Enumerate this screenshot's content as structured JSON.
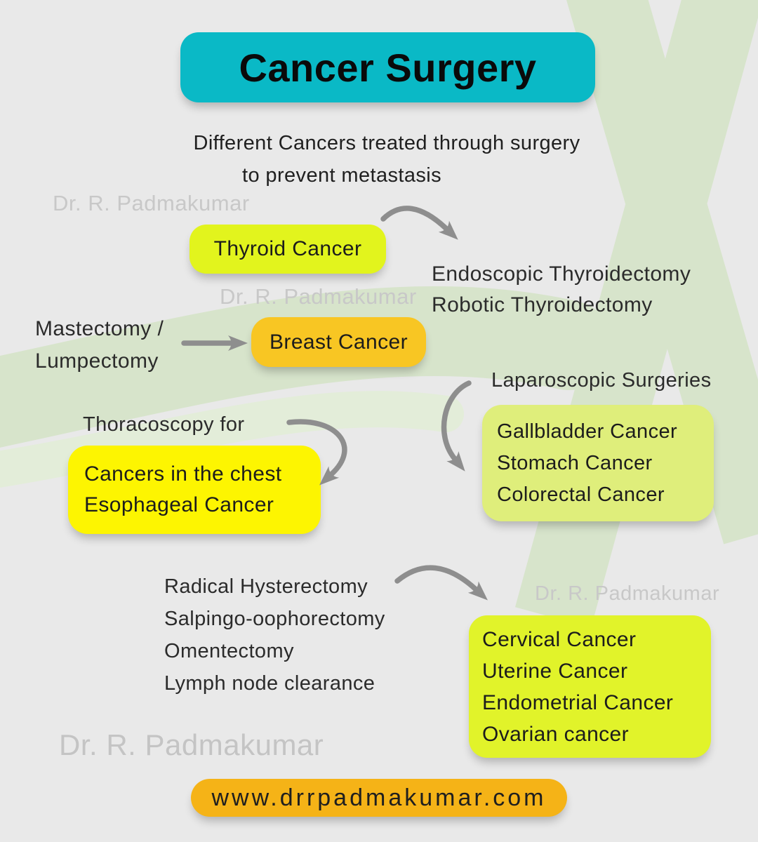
{
  "title": "Cancer Surgery",
  "subtitle": {
    "line1": "Different Cancers treated through surgery",
    "line2": "to prevent metastasis"
  },
  "watermark": "Dr. R. Padmakumar",
  "website": "www.drrpadmakumar.com",
  "colors": {
    "background": "#e9e9e9",
    "ribbon_green": "#d7e4cb",
    "title_bg": "#0ab9c6",
    "thyroid_bg": "#e2f41d",
    "breast_bg": "#f8c623",
    "gallbladder_bg": "#dfee7b",
    "chest_bg": "#fdf501",
    "gynecologic_bg": "#e1f32a",
    "website_bg": "#f5b317",
    "arrow": "#8e8e8e",
    "watermark_text": "#c8c8c8"
  },
  "sections": {
    "thyroid": {
      "cancer": "Thyroid Cancer",
      "procedures": [
        "Endoscopic Thyroidectomy",
        "Robotic Thyroidectomy"
      ]
    },
    "breast": {
      "cancer": "Breast Cancer",
      "procedures": [
        "Mastectomy /",
        "Lumpectomy"
      ]
    },
    "laparoscopic": {
      "procedure": "Laparoscopic Surgeries",
      "cancers": [
        "Gallbladder Cancer",
        "Stomach Cancer",
        "Colorectal Cancer"
      ]
    },
    "thoracoscopy": {
      "procedure": "Thoracoscopy for",
      "cancers": [
        "Cancers in the chest",
        "Esophageal Cancer"
      ]
    },
    "gynecologic": {
      "procedures": [
        "Radical Hysterectomy",
        "Salpingo-oophorectomy",
        "Omentectomy",
        "Lymph node clearance"
      ],
      "cancers": [
        "Cervical Cancer",
        "Uterine Cancer",
        "Endometrial Cancer",
        "Ovarian cancer"
      ]
    }
  }
}
